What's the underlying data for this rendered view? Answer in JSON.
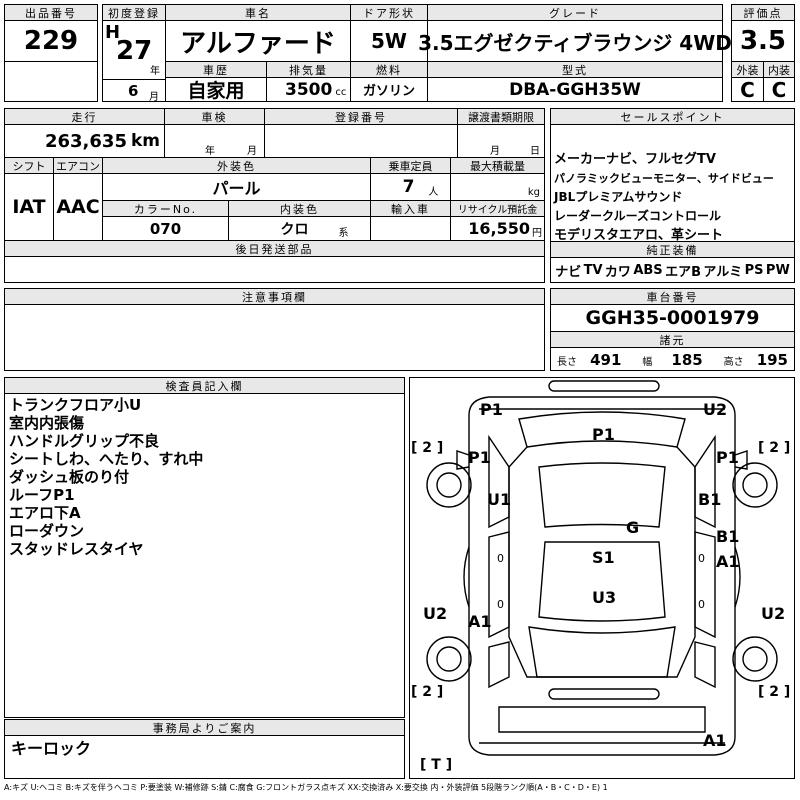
{
  "lot": {
    "label": "出品番号",
    "value": "229"
  },
  "first_reg": {
    "label": "初度登録",
    "era": "H",
    "year": "27",
    "year_unit": "年",
    "month": "6",
    "month_unit": "月"
  },
  "car_name": {
    "label": "車名",
    "value": "アルファード"
  },
  "doors": {
    "label": "ドア形状",
    "value": "5W"
  },
  "grade": {
    "label": "グレード",
    "value": "3.5エグゼクティブラウンジ 4WD"
  },
  "score": {
    "label": "評価点",
    "value": "3.5",
    "ext_label": "外装",
    "ext_value": "C",
    "int_label": "内装",
    "int_value": "C"
  },
  "history": {
    "label": "車歴",
    "value": "自家用"
  },
  "displacement": {
    "label": "排気量",
    "value": "3500",
    "unit": "cc"
  },
  "fuel": {
    "label": "燃料",
    "value": "ガソリン"
  },
  "model": {
    "label": "型式",
    "value": "DBA-GGH35W"
  },
  "mileage": {
    "label": "走行",
    "value": "263,635",
    "unit": "km"
  },
  "inspection": {
    "label": "車検",
    "year_unit": "年",
    "month_unit": "月"
  },
  "reg_number": {
    "label": "登録番号"
  },
  "transfer_deadline": {
    "label": "譲渡書類期限",
    "month_unit": "月",
    "day_unit": "日"
  },
  "shift": {
    "label": "シフト",
    "value": "IAT"
  },
  "aircon": {
    "label": "エアコン",
    "value": "AAC"
  },
  "ext_color": {
    "label": "外装色",
    "value": "パール"
  },
  "capacity": {
    "label": "乗車定員",
    "value": "7",
    "unit": "人"
  },
  "max_load": {
    "label": "最大積載量",
    "unit": "kg"
  },
  "color_no": {
    "label": "カラーNo.",
    "value": "070"
  },
  "int_color": {
    "label": "内装色",
    "value": "クロ",
    "unit": "系"
  },
  "import": {
    "label": "輸入車"
  },
  "recycle": {
    "label": "リサイクル預託金",
    "value": "16,550",
    "unit": "円"
  },
  "later_parts": {
    "label": "後日発送部品"
  },
  "sales_points": {
    "label": "セールスポイント",
    "lines": [
      "メーカーナビ、フルセグTV",
      "パノラミックビューモニター、サイドビュー",
      "JBLプレミアムサウンド",
      "レーダークルーズコントロール",
      "モデリスタエアロ、革シート"
    ]
  },
  "equipment": {
    "label": "純正装備",
    "items": [
      "ナビ",
      "TV",
      "カワ",
      "ABS",
      "エアB",
      "アルミ",
      "PS",
      "PW"
    ]
  },
  "notes": {
    "label": "注意事項欄"
  },
  "chassis": {
    "label": "車台番号",
    "value": "GGH35-0001979"
  },
  "specs": {
    "label": "諸元",
    "length_label": "長さ",
    "length": "491",
    "width_label": "幅",
    "width": "185",
    "height_label": "高さ",
    "height": "195"
  },
  "inspector": {
    "label": "検査員記入欄",
    "lines": [
      "トランクフロア小U",
      "室内内張傷",
      "ハンドルグリップ不良",
      "シートしわ、へたり、すれ中",
      "ダッシュ板のり付",
      "ルーフP1",
      "エアロ下A",
      "ローダウン",
      "スタッドレスタイヤ"
    ]
  },
  "office": {
    "label": "事務局よりご案内",
    "value": "キーロック"
  },
  "diagram_marks": [
    "P1",
    "U2",
    "P1",
    "P1",
    "P1",
    "U1",
    "B1",
    "G",
    "B1",
    "S1",
    "A1",
    "U3",
    "U2",
    "U2",
    "A1",
    "A1",
    "[ 2 ]",
    "[ 2 ]",
    "[ 2 ]",
    "[ 2 ]",
    "[ T ]",
    "0",
    "0",
    "0",
    "0"
  ],
  "legend": "A:キズ U:ヘコミ B:キズを伴うヘコミ P:要塗装 W:補修跡 S:錆 C:腐食 G:フロントガラス点キズ XX:交換済み X:要交換 内・外装評価 5段階ランク順(A・B・C・D・E) 1"
}
